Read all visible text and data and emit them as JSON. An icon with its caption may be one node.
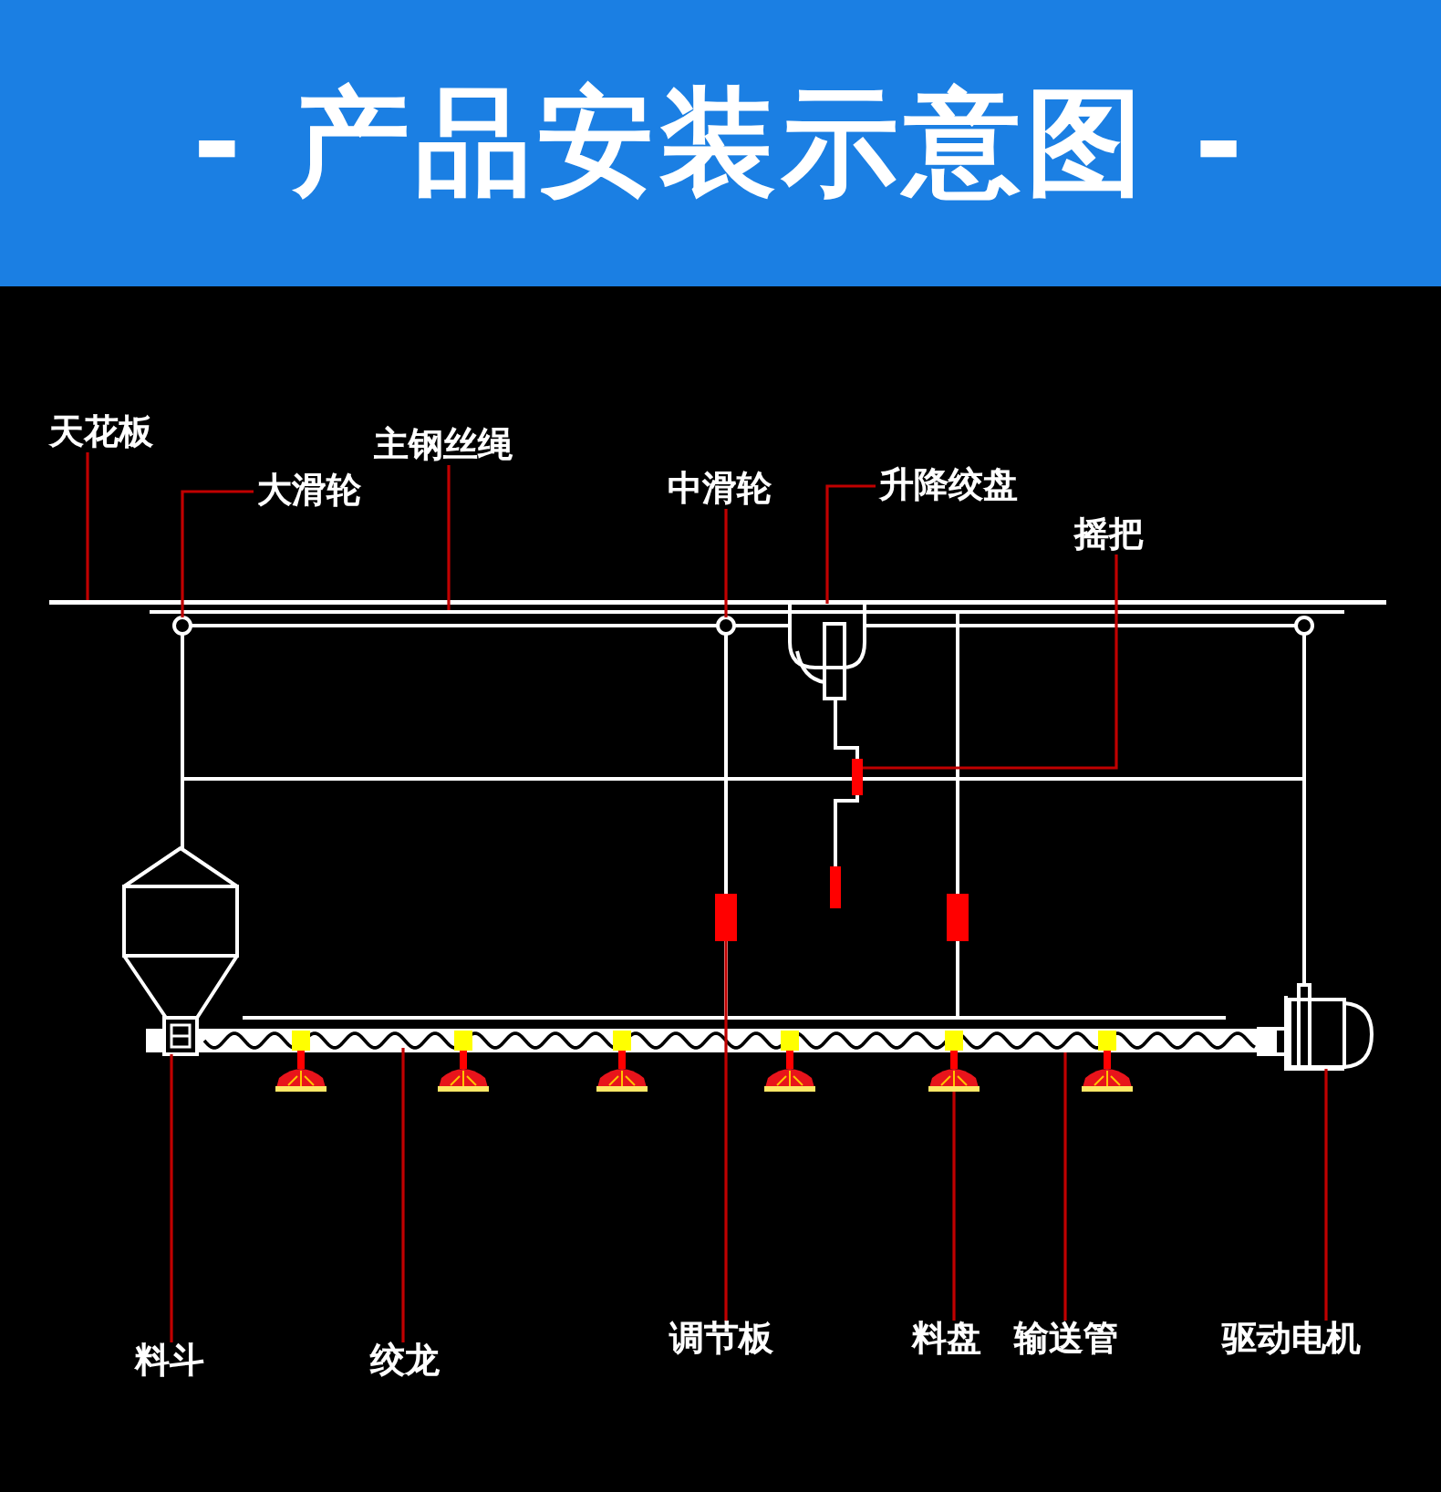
{
  "diagram": {
    "title": "- 产品安装示意图 -",
    "nodes": [
      {
        "text": [
          "天花板"
        ]
      },
      {
        "text": [],
        "shape": "bar"
      },
      {
        "text": [
          "主钢丝绳"
        ]
      },
      {
        "text": [],
        "shape": "bar"
      },
      {
        "text": [
          "大滑轮"
        ]
      },
      {
        "text": [],
        "shape": "circle"
      },
      {
        "text": [
          "中滑轮"
        ]
      },
      {
        "text": [],
        "shape": "circle"
      },
      {
        "text": [],
        "shape": "circle"
      },
      {
        "text": [
          "升降绞盘"
        ]
      },
      {
        "text": [],
        "shape": "picture"
      },
      {
        "text": [
          "摇把"
        ]
      },
      {
        "text": [],
        "shape": "box"
      },
      {
        "text": [],
        "shape": "picture"
      },
      {
        "text": [],
        "shape": "box"
      },
      {
        "text": [],
        "shape": "box"
      },
      {
        "text": [],
        "shape": "bar"
      },
      {
        "text": [],
        "shape": "picture",
        "in": 16
      },
      {
        "text": [],
        "shape": "picture"
      },
      {
        "text": [],
        "shape": "picture"
      },
      {
        "text": [],
        "shape": "picture"
      },
      {
        "text": [],
        "shape": "picture"
      },
      {
        "text": [],
        "shape": "picture"
      },
      {
        "text": [],
        "shape": "picture"
      },
      {
        "text": [],
        "shape": "picture"
      },
      {
        "text": [
          "料斗"
        ]
      },
      {
        "text": [
          "绞龙"
        ]
      },
      {
        "text": [
          "调节板"
        ]
      },
      {
        "text": [
          "料盘"
        ]
      },
      {
        "text": [
          "输送管"
        ]
      },
      {
        "text": [
          "驱动电机"
        ]
      }
    ],
    "edges": [
      {
        "from": 0,
        "to": 1,
        "arrow": "none"
      },
      {
        "from": 2,
        "to": 3,
        "arrow": "none"
      },
      {
        "from": 4,
        "to": 5,
        "arrow": "none"
      },
      {
        "from": 6,
        "to": 7,
        "arrow": "none"
      },
      {
        "from": 9,
        "to": 10,
        "arrow": "none"
      },
      {
        "from": 11,
        "to": 12,
        "arrow": "none"
      },
      {
        "from": 25,
        "to": 13,
        "arrow": "none"
      },
      {
        "from": 26,
        "to": 17,
        "arrow": "none"
      },
      {
        "from": 27,
        "to": 14,
        "arrow": "none"
      },
      {
        "from": 28,
        "to": 22,
        "arrow": "none"
      },
      {
        "from": 29,
        "to": 16,
        "arrow": "none"
      },
      {
        "from": 30,
        "to": 24,
        "arrow": "none"
      },
      {
        "from": 5,
        "to": 7,
        "arrow": "none",
        "color": "#ffffff"
      },
      {
        "from": 7,
        "to": 10,
        "arrow": "none",
        "color": "#ffffff"
      },
      {
        "from": 10,
        "to": 8,
        "arrow": "none",
        "color": "#ffffff"
      },
      {
        "from": 5,
        "to": 13,
        "arrow": "none",
        "color": "#ffffff"
      },
      {
        "from": 7,
        "to": 14,
        "arrow": "none",
        "color": "#ffffff"
      },
      {
        "from": 14,
        "to": 16,
        "arrow": "none",
        "color": "#ffffff"
      },
      {
        "from": 3,
        "to": 15,
        "arrow": "none",
        "color": "#ffffff"
      },
      {
        "from": 15,
        "to": 16,
        "arrow": "none",
        "color": "#ffffff"
      },
      {
        "from": 8,
        "to": 24,
        "arrow": "none",
        "color": "#ffffff"
      }
    ]
  }
}
